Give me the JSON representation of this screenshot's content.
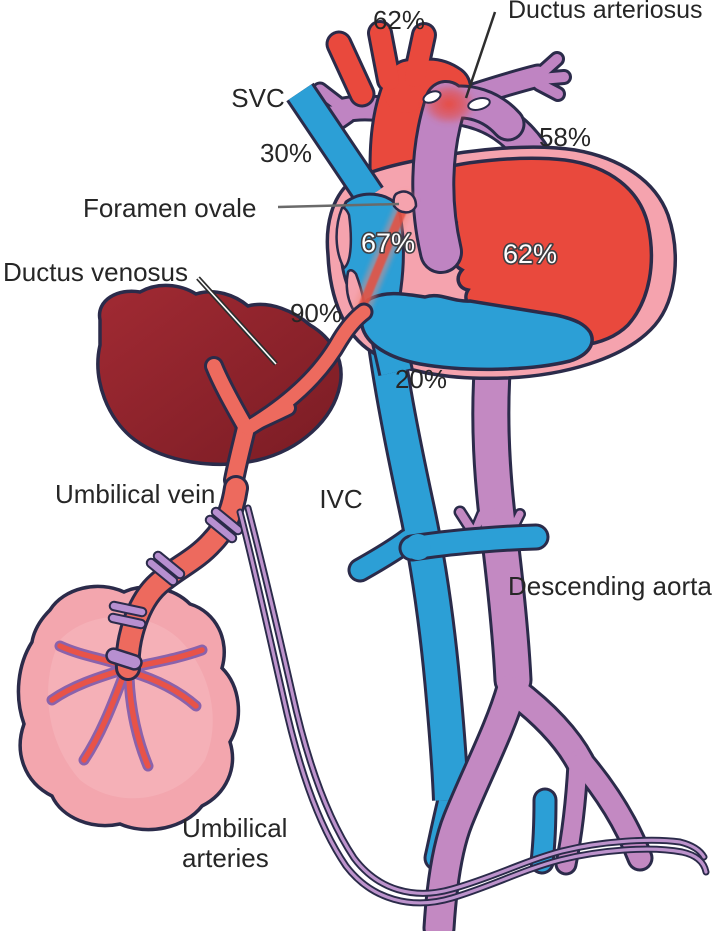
{
  "figure": {
    "title": "Fetal circulation diagram",
    "labels": {
      "ductus_arteriosus": "Ductus arteriosus",
      "svc": "SVC",
      "foramen_ovale": "Foramen ovale",
      "ductus_venosus": "Ductus venosus",
      "umbilical_vein": "Umbilical vein",
      "ivc": "IVC",
      "descending_aorta": "Descending aorta",
      "umbilical_arteries_line1": "Umbilical",
      "umbilical_arteries_line2": "arteries"
    },
    "percentages": {
      "aortic_arch_top": "62%",
      "svc_flow": "30%",
      "descending_arch": "58%",
      "foramen_flow": "67%",
      "left_ventricle": "62%",
      "ductus_venosus_flow": "90%",
      "ivc_lower_flow": "20%"
    },
    "colors": {
      "oxygenated_red": "#e9493d",
      "deoxygenated_blue": "#2c9fd6",
      "mixed_purple": "#bf84c2",
      "heart_pink": "#f5a3ae",
      "liver_maroon": "#96242e",
      "placenta_pink": "#f3a6ae",
      "vein_salmon": "#ed6a5e",
      "outline_dark": "#2b2b4a",
      "label_text": "#262626"
    }
  }
}
